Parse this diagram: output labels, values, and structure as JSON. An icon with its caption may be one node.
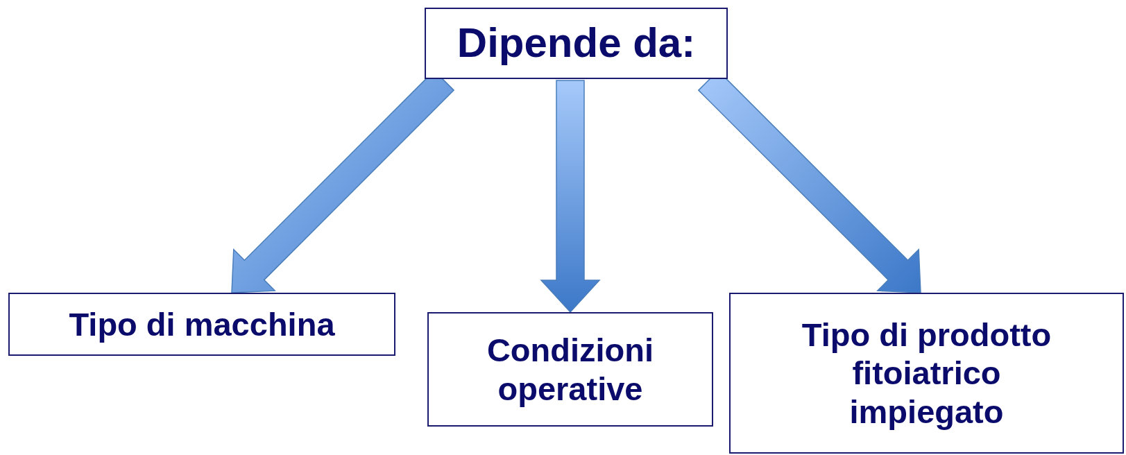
{
  "diagram": {
    "nodes": [
      {
        "text": [
          "Dipende da:"
        ]
      },
      {
        "text": [
          "Tipo di macchina"
        ]
      },
      {
        "text": [
          "Condizioni operative"
        ]
      },
      {
        "text": [
          "Tipo di prodotto fitoiatrico impiegato"
        ]
      }
    ],
    "edges": [
      {
        "from": 0,
        "to": 1,
        "arrow": "to"
      },
      {
        "from": 0,
        "to": 2,
        "arrow": "to"
      },
      {
        "from": 0,
        "to": 3,
        "arrow": "to"
      }
    ]
  }
}
